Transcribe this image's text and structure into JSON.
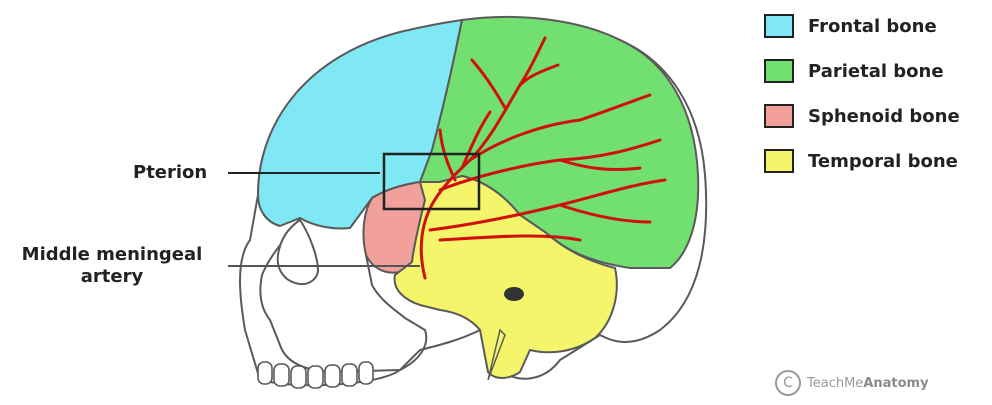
{
  "labels": {
    "pterion": "Pterion",
    "middle_meningeal_line1": "Middle meningeal",
    "middle_meningeal_line2": "artery"
  },
  "legend": [
    {
      "label": "Frontal bone",
      "color": "#7fe8f4"
    },
    {
      "label": "Parietal bone",
      "color": "#72e070"
    },
    {
      "label": "Sphenoid bone",
      "color": "#f1a09b"
    },
    {
      "label": "Temporal bone",
      "color": "#f4f56a"
    }
  ],
  "colors": {
    "artery": "#d01010",
    "outline": "#5a5a5a",
    "skull": "#ffffff"
  },
  "copyright": {
    "symbol": "C",
    "brand_light": "TeachMe",
    "brand_bold": "Anatomy"
  }
}
